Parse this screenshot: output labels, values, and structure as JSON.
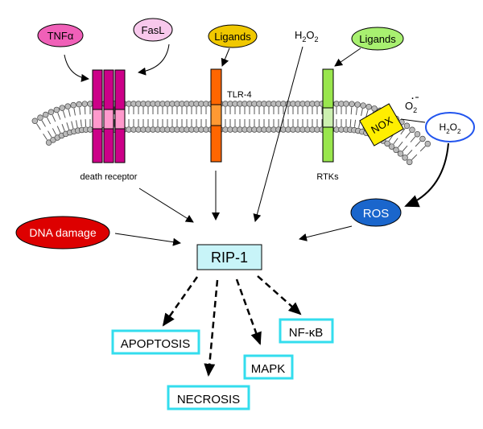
{
  "inputs": {
    "tnf": "TNFα",
    "fasl": "FasL",
    "ligands_tlr": "Ligands",
    "h2o2_main": "H",
    "h2o2_main_sub": "2",
    "h2o2_main_o": "O",
    "h2o2_main_sub2": "2",
    "ligands_rtk": "Ligands"
  },
  "receptors": {
    "death_receptor": "death receptor",
    "tlr4": "TLR-4",
    "rtks": "RTKs",
    "nox": "NOX"
  },
  "oxidants": {
    "superoxide_o": "O",
    "superoxide_sub": "2",
    "h2o2_bubble_h": "H",
    "h2o2_bubble_sub": "2",
    "h2o2_bubble_o": "O",
    "h2o2_bubble_sub2": "2",
    "ros": "ROS"
  },
  "dna_damage": "DNA damage",
  "center": "RIP-1",
  "outcomes": {
    "apoptosis": "APOPTOSIS",
    "necrosis": "NECROSIS",
    "mapk": "MAPK",
    "nfkb": "NF-κB"
  },
  "colors": {
    "tnf_fill": "#f060b8",
    "fasl_fill": "#f8c8ec",
    "ligand_fill": "#f0c800",
    "ligand_rtk_fill": "#a8f070",
    "death_receptor": "#cc0088",
    "death_receptor_mid": "#ff99cc",
    "tlr4": "#ff6600",
    "tlr4_mid": "#ff9933",
    "rtk": "#99e64d",
    "rtk_mid": "#ccf0b0",
    "nox": "#ffee00",
    "ros": "#1a66cc",
    "dna_damage": "#dd0000",
    "rip1_fill": "#c8f4f8",
    "outcome_border": "#33ddee"
  }
}
